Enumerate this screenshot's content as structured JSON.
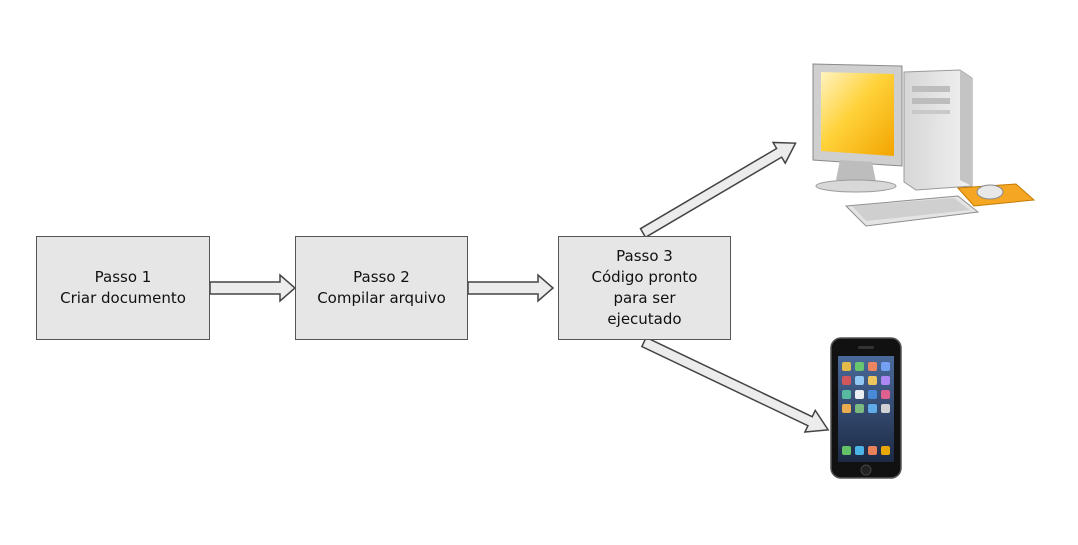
{
  "steps": [
    {
      "lines": [
        "Passo 1",
        "Criar documento"
      ]
    },
    {
      "lines": [
        "Passo 2",
        "Compilar arquivo"
      ]
    },
    {
      "lines": [
        "Passo 3",
        "Código pronto",
        "para ser",
        "ejecutado"
      ]
    }
  ],
  "devices": [
    {
      "icon": "desktop-computer-icon"
    },
    {
      "icon": "smartphone-icon"
    }
  ],
  "colors": {
    "box_fill": "#e6e6e6",
    "box_border": "#555555",
    "arrow_fill": "#ececec",
    "arrow_stroke": "#444444",
    "monitor_screen": "#f7b500",
    "mouse_pad": "#f5a623"
  }
}
